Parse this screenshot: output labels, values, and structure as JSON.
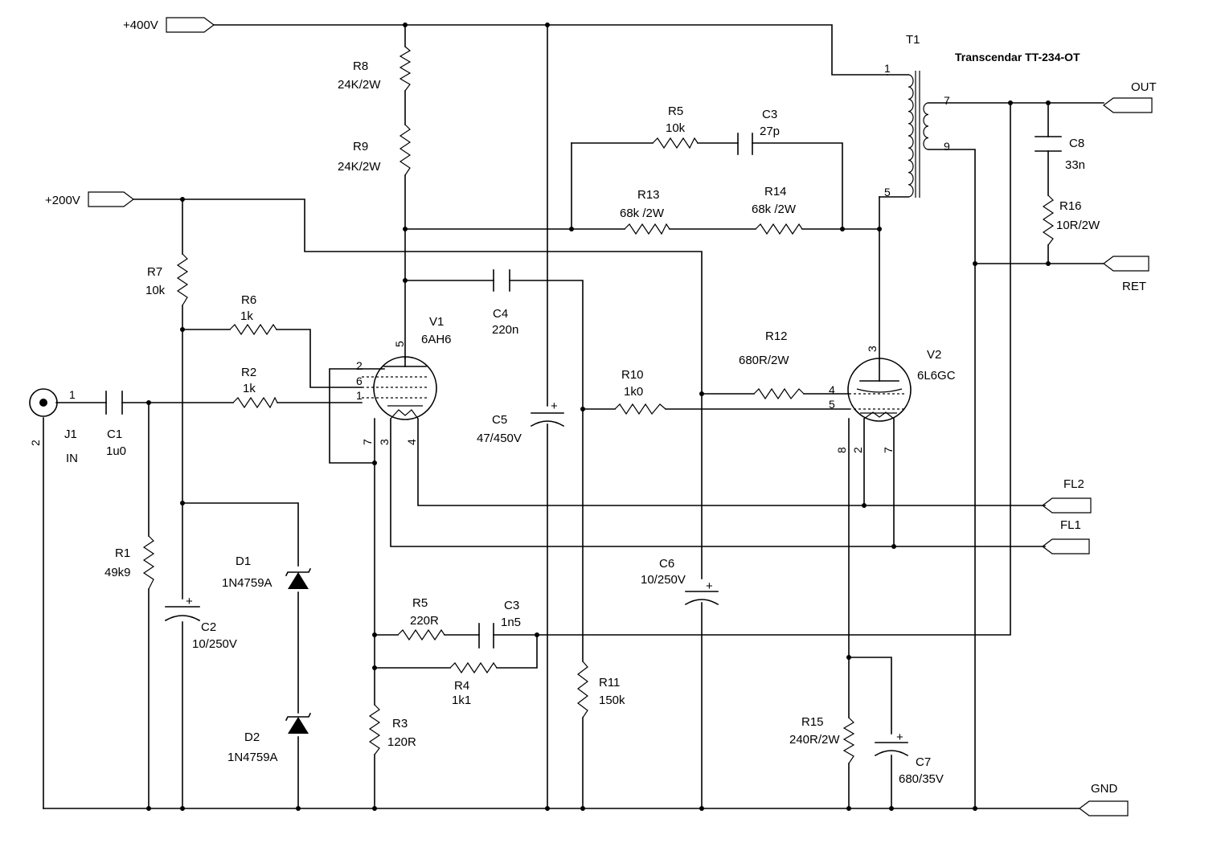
{
  "ports": {
    "p400": "+400V",
    "p200": "+200V",
    "out": "OUT",
    "ret": "RET",
    "fl2": "FL2",
    "fl1": "FL1",
    "gnd": "GND"
  },
  "transformer": {
    "ref": "T1",
    "part": "Transcendar TT-234-OT",
    "p1": "1",
    "p5": "5",
    "p7": "7",
    "p9": "9"
  },
  "jack": {
    "ref": "J1",
    "name": "IN",
    "p1": "1",
    "p2": "2"
  },
  "resistors": {
    "r1": {
      "ref": "R1",
      "value": "49k9"
    },
    "r2": {
      "ref": "R2",
      "value": "1k"
    },
    "r3": {
      "ref": "R3",
      "value": "120R"
    },
    "r4": {
      "ref": "R4",
      "value": "1k1"
    },
    "r5a": {
      "ref": "R5",
      "value": "10k"
    },
    "r5b": {
      "ref": "R5",
      "value": "220R"
    },
    "r6": {
      "ref": "R6",
      "value": "1k"
    },
    "r7": {
      "ref": "R7",
      "value": "10k"
    },
    "r8": {
      "ref": "R8",
      "value": "24K/2W"
    },
    "r9": {
      "ref": "R9",
      "value": "24K/2W"
    },
    "r10": {
      "ref": "R10",
      "value": "1k0"
    },
    "r11": {
      "ref": "R11",
      "value": "150k"
    },
    "r12": {
      "ref": "R12",
      "value": "680R/2W"
    },
    "r13": {
      "ref": "R13",
      "value": "68k /2W"
    },
    "r14": {
      "ref": "R14",
      "value": "68k /2W"
    },
    "r15": {
      "ref": "R15",
      "value": "240R/2W"
    },
    "r16": {
      "ref": "R16",
      "value": "10R/2W"
    }
  },
  "capacitors": {
    "c1": {
      "ref": "C1",
      "value": "1u0"
    },
    "c2": {
      "ref": "C2",
      "value": "10/250V"
    },
    "c3a": {
      "ref": "C3",
      "value": "27p"
    },
    "c3b": {
      "ref": "C3",
      "value": "1n5"
    },
    "c4": {
      "ref": "C4",
      "value": "220n"
    },
    "c5": {
      "ref": "C5",
      "value": "47/450V"
    },
    "c6": {
      "ref": "C6",
      "value": "10/250V"
    },
    "c7": {
      "ref": "C7",
      "value": "680/35V"
    },
    "c8": {
      "ref": "C8",
      "value": "33n"
    },
    "plus": "+"
  },
  "diodes": {
    "d1": {
      "ref": "D1",
      "value": "1N4759A"
    },
    "d2": {
      "ref": "D2",
      "value": "1N4759A"
    }
  },
  "tubes": {
    "v1": {
      "ref": "V1",
      "type": "6AH6",
      "pins": [
        "5",
        "2",
        "6",
        "1",
        "7",
        "3",
        "4"
      ]
    },
    "v2": {
      "ref": "V2",
      "type": "6L6GC",
      "pins": [
        "3",
        "4",
        "5",
        "8",
        "2",
        "7"
      ]
    }
  }
}
